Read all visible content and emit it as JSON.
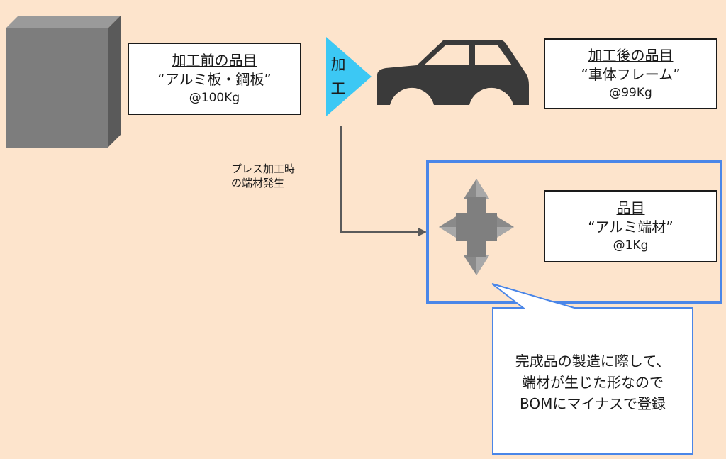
{
  "raw_material": {
    "icon": "metal-block-icon",
    "label": {
      "title": "加工前の品目",
      "name": "“アルミ板・鋼板”",
      "weight": "@100Kg"
    }
  },
  "process": {
    "label": "加工",
    "color": "#3cc8f4"
  },
  "finished_product": {
    "icon": "car-body-icon",
    "label": {
      "title": "加工後の品目",
      "name": "“車体フレーム”",
      "weight": "@99Kg"
    }
  },
  "note": {
    "line1": "プレス加工時",
    "line2": "の端材発生"
  },
  "scrap": {
    "icon": "four-way-arrow-icon",
    "frame_color": "#4a86e8",
    "label": {
      "title": "品目",
      "name": "“アルミ端材”",
      "weight": "@1Kg"
    }
  },
  "callout": {
    "line1": "完成品の製造に際して、",
    "line2": "端材が生じた形なので",
    "line3": "BOMにマイナスで登録"
  }
}
